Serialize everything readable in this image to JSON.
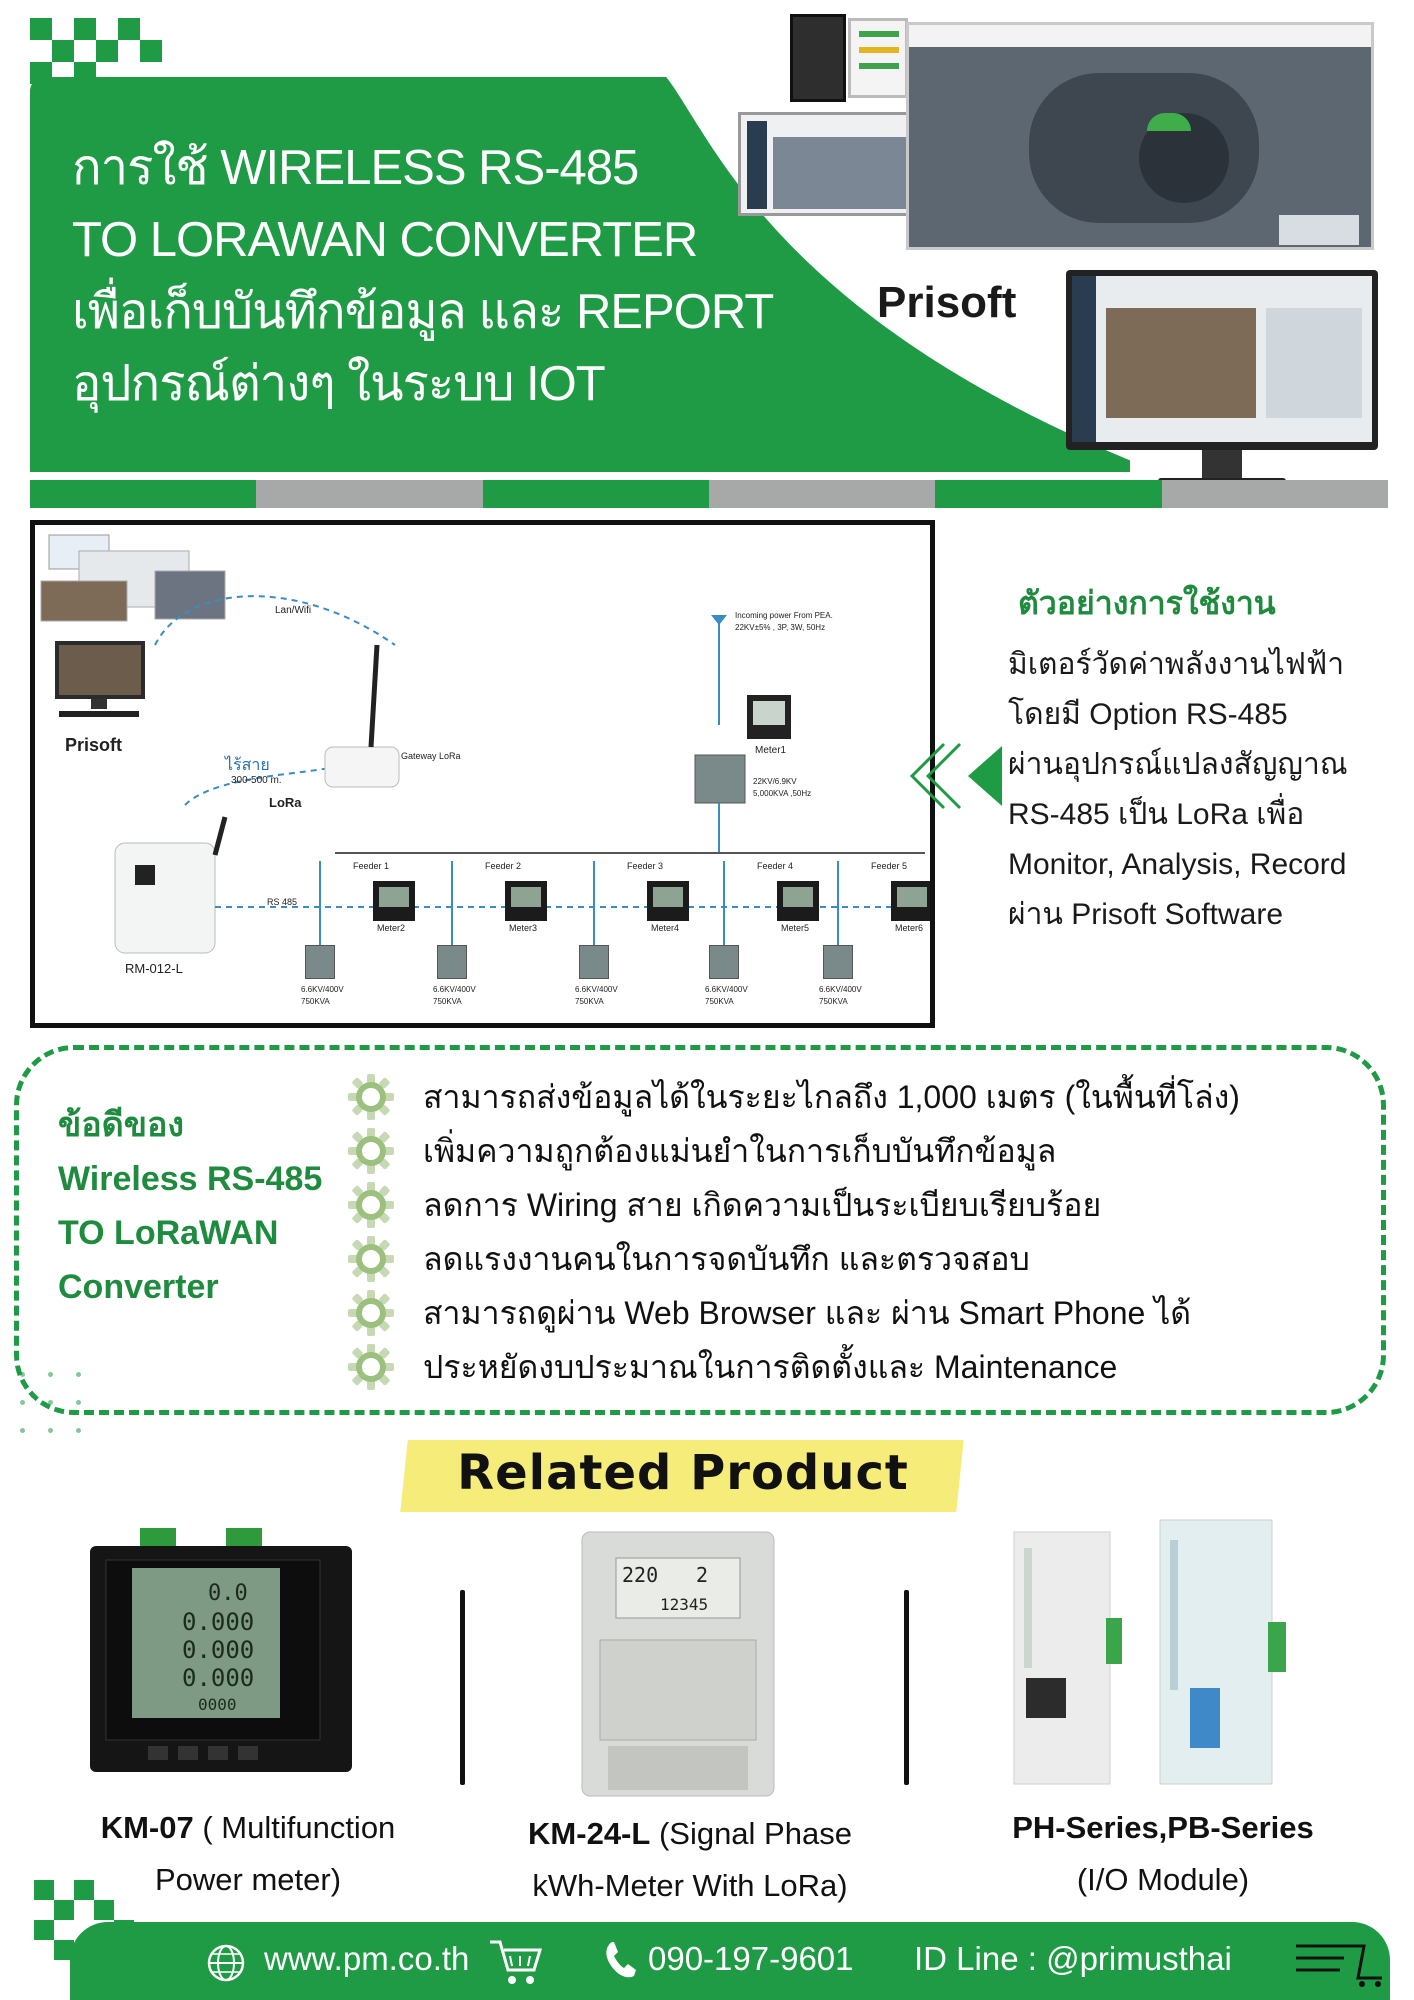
{
  "header": {
    "title_lines": [
      "การใช้ WIRELESS RS-485",
      "TO LORAWAN CONVERTER",
      "เพื่อเก็บบันทึกข้อมูล และ REPORT",
      "อุปกรณ์ต่างๆ ในระบบ IOT"
    ],
    "brand": "Prisoft"
  },
  "diagram": {
    "prisoft_label": "Prisoft",
    "lan_wifi": "Lan/Wifi",
    "wireless_label": "ไร้สาย",
    "distance": "300-500 m.",
    "lora_logo": "LoRa",
    "gateway": "Gateway LoRa",
    "converter": "RM-012-L",
    "rs485": "RS 485",
    "incoming_line1": "Incoming power From PEA.",
    "incoming_line2": "22KV±5% , 3P, 3W, 50Hz",
    "meter1": "Meter1",
    "transformer_line1": "22KV/6.9KV",
    "transformer_line2": "5,000KVA ,50Hz",
    "feeders": [
      {
        "feeder": "Feeder 1",
        "meter": "Meter2",
        "spec1": "6.6KV/400V",
        "spec2": "750KVA"
      },
      {
        "feeder": "Feeder 2",
        "meter": "Meter3",
        "spec1": "6.6KV/400V",
        "spec2": "750KVA"
      },
      {
        "feeder": "Feeder 3",
        "meter": "Meter4",
        "spec1": "6.6KV/400V",
        "spec2": "750KVA"
      },
      {
        "feeder": "Feeder 4",
        "meter": "Meter5",
        "spec1": "6.6KV/400V",
        "spec2": "750KVA"
      },
      {
        "feeder": "Feeder 5",
        "meter": "Meter6",
        "spec1": "6.6KV/400V",
        "spec2": "750KVA"
      }
    ]
  },
  "usage": {
    "title": "ตัวอย่างการใช้งาน",
    "lines": [
      "มิเตอร์วัดค่าพลังงานไฟฟ้า",
      "โดยมี Option RS-485",
      "ผ่านอุปกรณ์แปลงสัญญาณ",
      "RS-485 เป็น LoRa เพื่อ",
      "Monitor, Analysis, Record",
      "ผ่าน Prisoft Software"
    ]
  },
  "advantages": {
    "title_lines": [
      "ข้อดีของ",
      "Wireless RS-485",
      "TO LoRaWAN",
      "Converter"
    ],
    "items": [
      "สามารถส่งข้อมูลได้ในระยะไกลถึง 1,000 เมตร (ในพื้นที่โล่ง)",
      "เพิ่มความถูกต้องแม่นยำในการเก็บบันทึกข้อมูล",
      "ลดการ Wiring สาย เกิดความเป็นระเบียบเรียบร้อย",
      "ลดแรงงานคนในการจดบันทึก และตรวจสอบ",
      "สามารถดูผ่าน Web Browser และ ผ่าน Smart Phone ได้",
      "ประหยัดงบประมาณในการติดตั้งและ Maintenance"
    ]
  },
  "related": {
    "title": "Related Product",
    "products": [
      {
        "name": "KM-07",
        "desc_line1": " ( Multifunction",
        "desc_line2": "Power meter)",
        "display": [
          "0.0",
          "0.000",
          "0.000",
          "0.000",
          "0000"
        ]
      },
      {
        "name": "KM-24-L",
        "desc_line1": " (Signal Phase",
        "desc_line2": "kWh-Meter With LoRa)",
        "display": [
          "220",
          "2",
          "12345"
        ]
      },
      {
        "name": "PH-Series,PB-Series",
        "desc_line1": "",
        "desc_line2": "(I/O Module)"
      }
    ]
  },
  "footer": {
    "website": "www.pm.co.th",
    "phone": "090-197-9601",
    "line": "ID Line : @primusthai"
  },
  "colors": {
    "brand_green": "#1f9a45",
    "stripe_gray": "#a7a9a8",
    "highlight_yellow": "#f5ec79",
    "title_green": "#1f8b3e"
  }
}
